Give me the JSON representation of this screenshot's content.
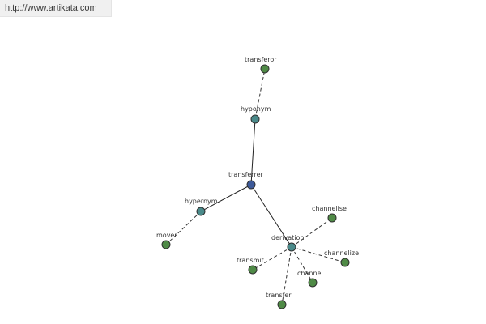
{
  "watermark": {
    "url_text": "http://www.artikata.com"
  },
  "colors": {
    "center": "#3d5a99",
    "relation": "#4a8a8a",
    "leaf": "#4f8a46"
  },
  "graph": {
    "nodes": [
      {
        "id": "transferrer",
        "label": "transferrer",
        "kind": "center"
      },
      {
        "id": "hyponym",
        "label": "hyponym",
        "kind": "relation"
      },
      {
        "id": "hypernym",
        "label": "hypernym",
        "kind": "relation"
      },
      {
        "id": "derivation",
        "label": "derivation",
        "kind": "relation"
      },
      {
        "id": "transferor",
        "label": "transferor",
        "kind": "leaf"
      },
      {
        "id": "mover",
        "label": "mover",
        "kind": "leaf"
      },
      {
        "id": "channelise",
        "label": "channelise",
        "kind": "leaf"
      },
      {
        "id": "channelize",
        "label": "channelize",
        "kind": "leaf"
      },
      {
        "id": "channel",
        "label": "channel",
        "kind": "leaf"
      },
      {
        "id": "transmit",
        "label": "transmit",
        "kind": "leaf"
      },
      {
        "id": "transfer",
        "label": "transfer",
        "kind": "leaf"
      }
    ],
    "edges": [
      {
        "from": "transferrer",
        "to": "hyponym",
        "style": "solid"
      },
      {
        "from": "transferrer",
        "to": "hypernym",
        "style": "solid"
      },
      {
        "from": "transferrer",
        "to": "derivation",
        "style": "solid"
      },
      {
        "from": "hyponym",
        "to": "transferor",
        "style": "dashed"
      },
      {
        "from": "hypernym",
        "to": "mover",
        "style": "dashed"
      },
      {
        "from": "derivation",
        "to": "channelise",
        "style": "dashed"
      },
      {
        "from": "derivation",
        "to": "channelize",
        "style": "dashed"
      },
      {
        "from": "derivation",
        "to": "channel",
        "style": "dashed"
      },
      {
        "from": "derivation",
        "to": "transmit",
        "style": "dashed"
      },
      {
        "from": "derivation",
        "to": "transfer",
        "style": "dashed"
      }
    ]
  }
}
